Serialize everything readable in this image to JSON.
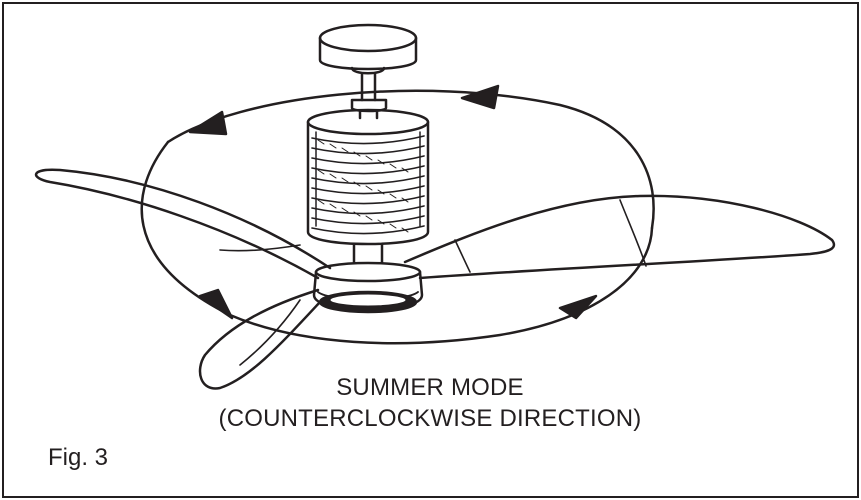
{
  "diagram": {
    "caption_line1": "SUMMER MODE",
    "caption_line2": "(COUNTERCLOCKWISE DIRECTION)",
    "figure_label": "Fig. 3",
    "rotation_direction": "counterclockwise",
    "arrow_count": 4,
    "blade_count": 3,
    "stroke_color": "#231f20",
    "background_color": "#ffffff"
  }
}
